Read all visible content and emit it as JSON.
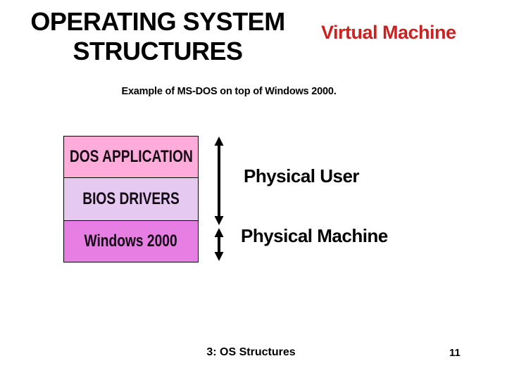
{
  "header": {
    "title": "OPERATING SYSTEM STRUCTURES",
    "topic": "Virtual Machine"
  },
  "subtitle": "Example of MS-DOS on top of Windows 2000.",
  "diagram": {
    "layers": [
      {
        "label": "DOS APPLICATION",
        "color": "#FFACDB"
      },
      {
        "label": "BIOS DRIVERS",
        "color": "#E6C9F0"
      },
      {
        "label": "Windows 2000",
        "color": "#E77EE4"
      }
    ],
    "annotations": [
      {
        "label": "Physical User"
      },
      {
        "label": "Physical Machine"
      }
    ],
    "icons": [
      "double-headed-vertical-arrow-virtual-span",
      "double-headed-vertical-arrow-physical-span"
    ]
  },
  "footer": {
    "center": "3: OS Structures",
    "slide_number": "11"
  },
  "colors": {
    "accent_red": "#CC2121",
    "arrow": "#000000",
    "text": "#000000",
    "background": "#FFFFFF"
  }
}
